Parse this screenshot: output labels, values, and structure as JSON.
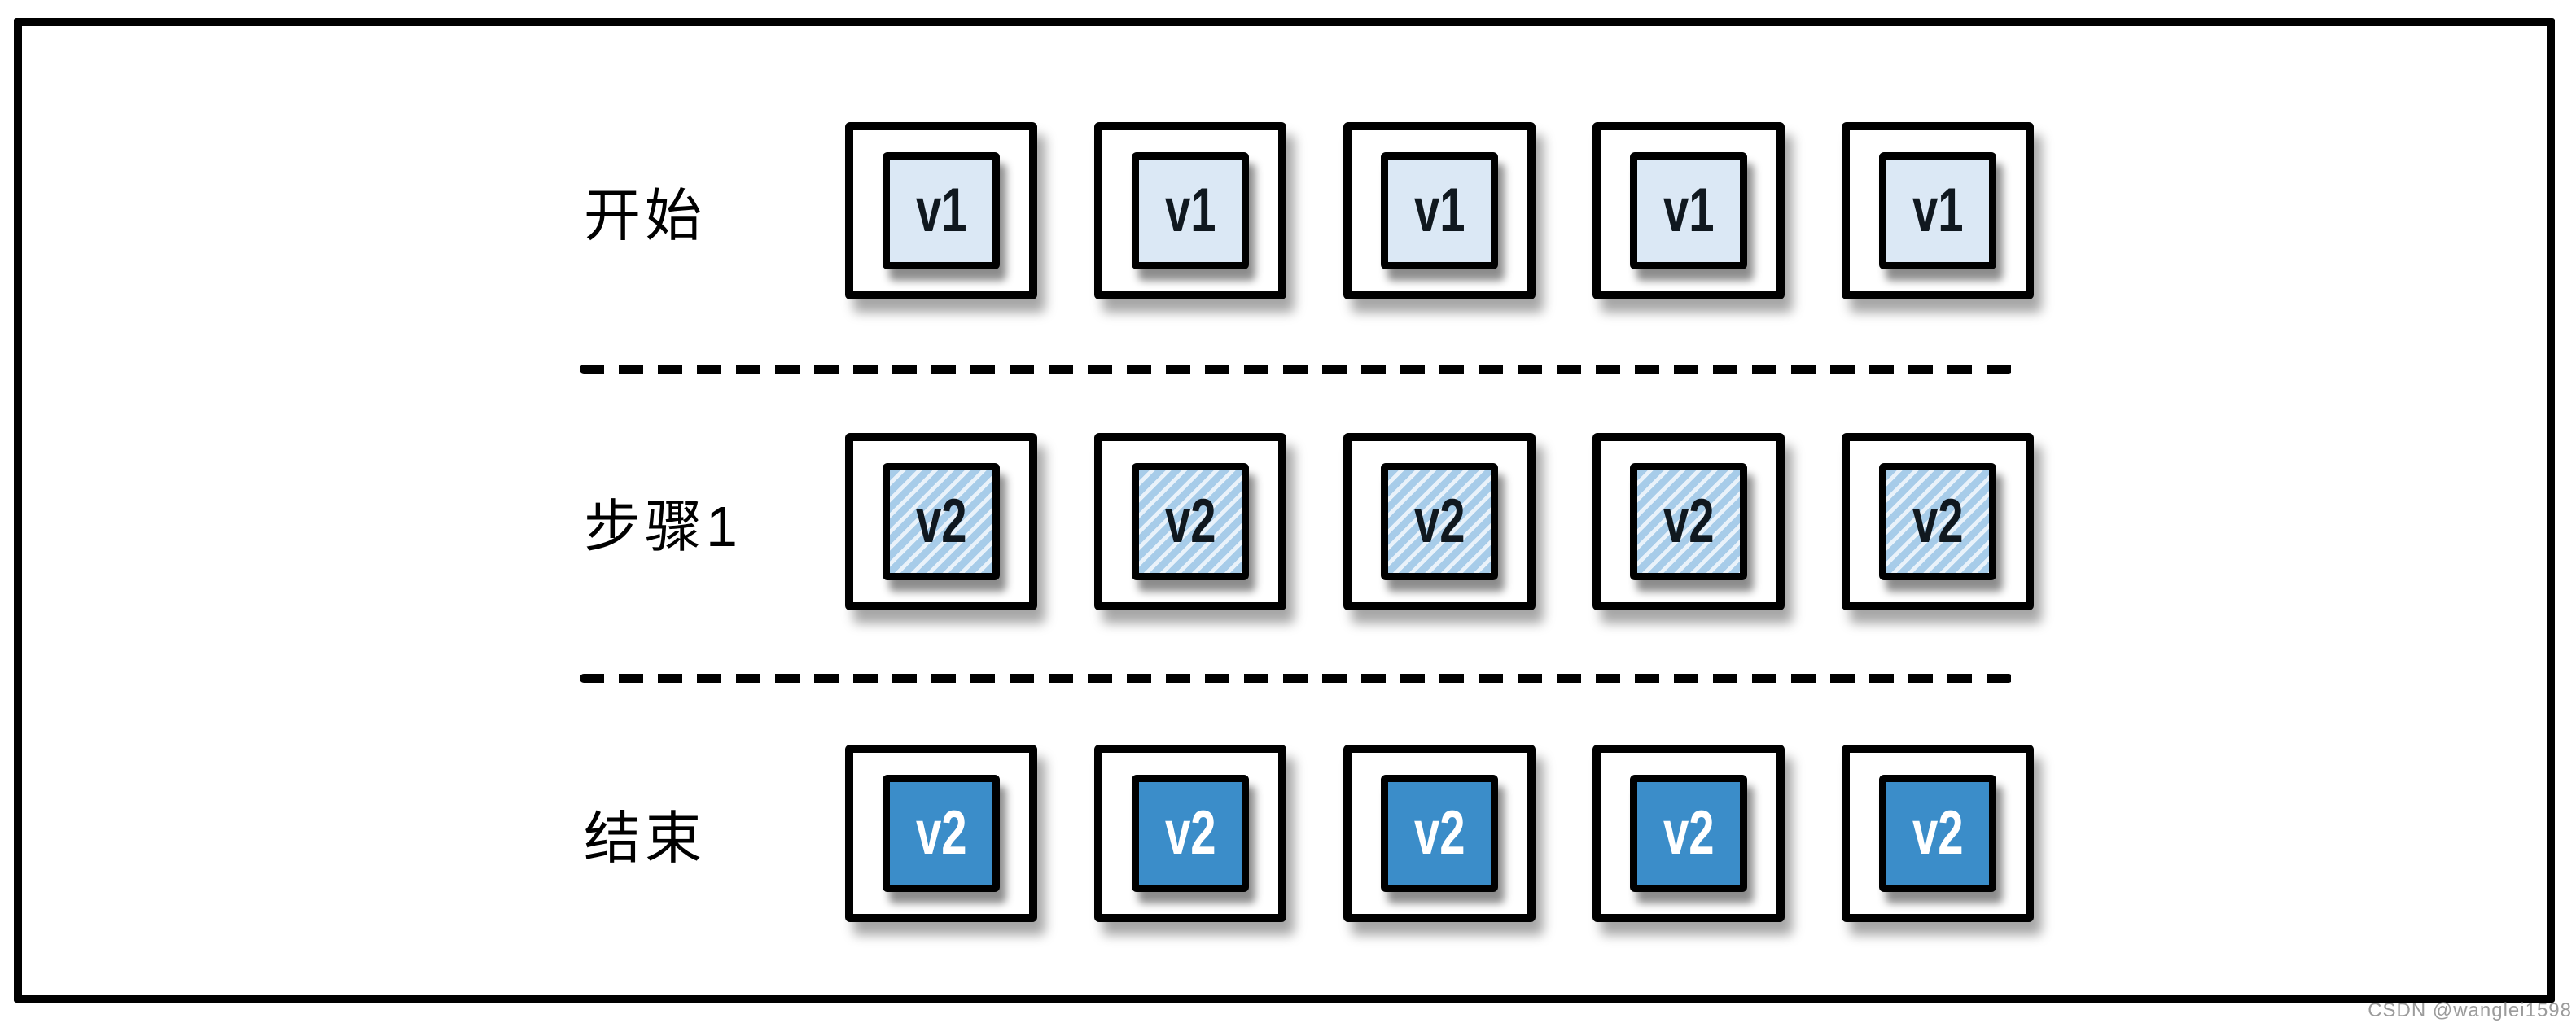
{
  "diagram": {
    "rows": [
      {
        "label": "开始",
        "version": "v1",
        "count": 5,
        "style": "solid-light"
      },
      {
        "label": "步骤1",
        "version": "v2",
        "count": 5,
        "style": "hatched"
      },
      {
        "label": "结束",
        "version": "v2",
        "count": 5,
        "style": "solid-dark"
      }
    ],
    "colors": {
      "frame_border": "#000000",
      "v1_fill": "#dbe8f5",
      "hatch_stripe": "#a7cce9",
      "hatch_background": "#e9f2fa",
      "v2_solid_fill": "#3b8dc9",
      "label_text": "#000000",
      "version_text_dark": "#10181f",
      "version_text_light": "#ffffff"
    }
  },
  "watermark": {
    "text": "CSDN @wanglei1598",
    "color": "#9b9b9b"
  }
}
